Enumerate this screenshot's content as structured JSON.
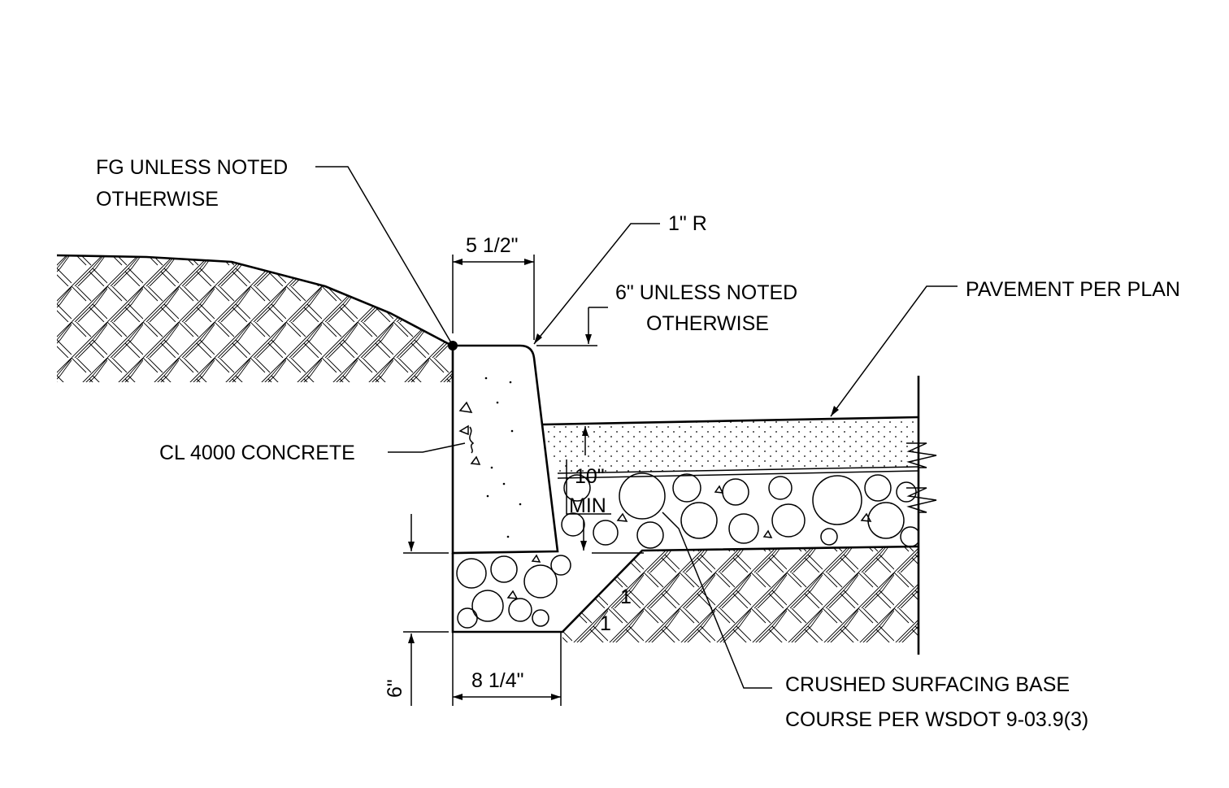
{
  "labels": {
    "fg_line1": "FG UNLESS NOTED",
    "fg_line2": "OTHERWISE",
    "top_width": "5 1/2\"",
    "radius": "1\" R",
    "reveal_line1": "6\" UNLESS NOTED",
    "reveal_line2": "OTHERWISE",
    "pavement": "PAVEMENT PER PLAN",
    "concrete": "CL 4000 CONCRETE",
    "min_line1": "10\"",
    "min_line2": "MIN",
    "slope_rise": "1",
    "slope_run": "1",
    "bottom_width": "8 1/4\"",
    "base_depth": "6\"",
    "base_line1": "CRUSHED SURFACING BASE",
    "base_line2": "COURSE PER WSDOT 9-03.9(3)"
  },
  "colors": {
    "ink": "#000000",
    "paper": "#ffffff"
  }
}
